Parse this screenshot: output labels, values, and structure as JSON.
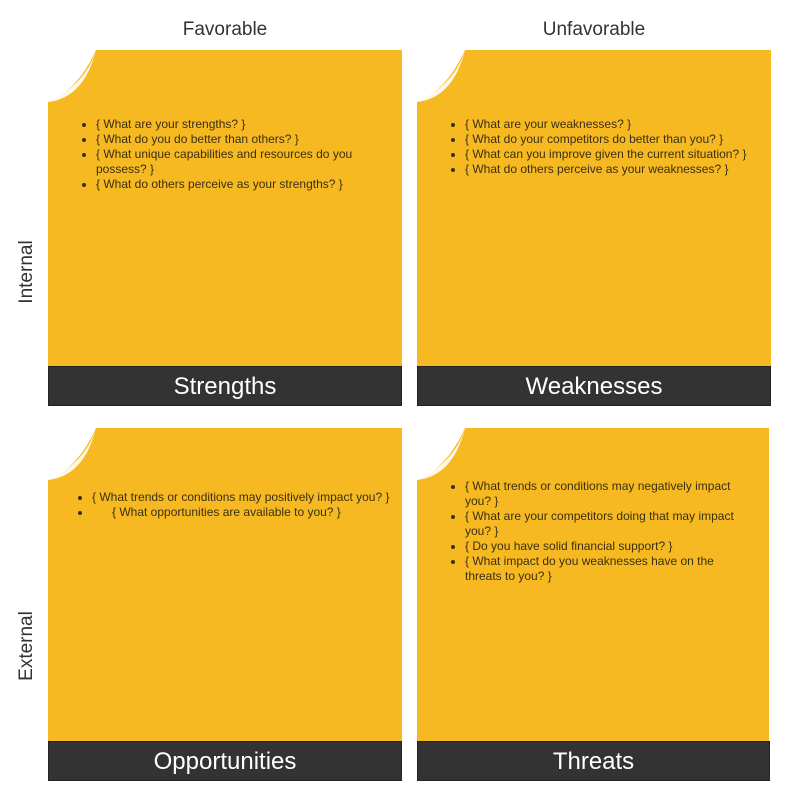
{
  "columns": [
    "Favorable",
    "Unfavorable"
  ],
  "rows": [
    "Internal",
    "External"
  ],
  "colors": {
    "note": "#F6B922",
    "bar": "#333333"
  },
  "quadrants": [
    {
      "title": "Strengths",
      "items": [
        "{ What are your strengths? }",
        "{ What do you do better than others? }",
        "{ What unique capabilities and resources do you possess? }",
        "{ What do others perceive as your strengths? }"
      ]
    },
    {
      "title": "Weaknesses",
      "items": [
        "{ What are your weaknesses? }",
        "{ What do your competitors do better than you? }",
        "{ What can you improve given the current situation? }",
        "{ What do others perceive as your weaknesses? }"
      ]
    },
    {
      "title": "Opportunities",
      "items": [
        "{ What trends or conditions may positively impact you? }",
        "{ What opportunities are available to you? }"
      ]
    },
    {
      "title": "Threats",
      "items": [
        "{ What trends or conditions may negatively impact you? }",
        "{ What are your competitors doing that may impact you? }",
        "{ Do you have solid financial support? }",
        "{ What impact do you weaknesses have on the threats to you? }"
      ]
    }
  ]
}
